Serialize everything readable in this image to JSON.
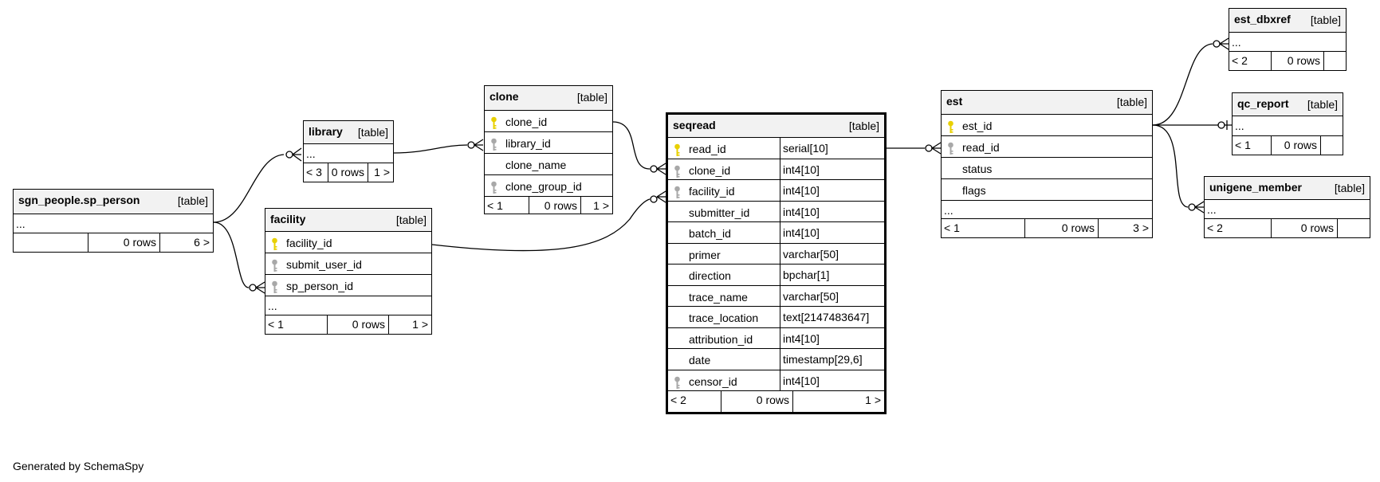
{
  "tables": {
    "sgn_people_sp_person": {
      "name": "sgn_people.sp_person",
      "type": "[table]",
      "ellipsis": "...",
      "footer": [
        "",
        "0 rows",
        "6 >"
      ]
    },
    "library": {
      "name": "library",
      "type": "[table]",
      "ellipsis": "...",
      "footer": [
        "< 3",
        "0 rows",
        "1 >"
      ]
    },
    "facility": {
      "name": "facility",
      "type": "[table]",
      "columns": [
        {
          "name": "facility_id",
          "key": "primary"
        },
        {
          "name": "submit_user_id",
          "key": "foreign"
        },
        {
          "name": "sp_person_id",
          "key": "foreign"
        }
      ],
      "ellipsis": "...",
      "footer": [
        "< 1",
        "0 rows",
        "1 >"
      ]
    },
    "clone": {
      "name": "clone",
      "type": "[table]",
      "columns": [
        {
          "name": "clone_id",
          "key": "primary"
        },
        {
          "name": "library_id",
          "key": "foreign"
        },
        {
          "name": "clone_name",
          "key": "none"
        },
        {
          "name": "clone_group_id",
          "key": "foreign"
        }
      ],
      "footer": [
        "< 1",
        "0 rows",
        "1 >"
      ]
    },
    "seqread": {
      "name": "seqread",
      "type": "[table]",
      "columns": [
        {
          "name": "read_id",
          "type": "serial[10]",
          "key": "primary"
        },
        {
          "name": "clone_id",
          "type": "int4[10]",
          "key": "foreign"
        },
        {
          "name": "facility_id",
          "type": "int4[10]",
          "key": "foreign"
        },
        {
          "name": "submitter_id",
          "type": "int4[10]",
          "key": "none"
        },
        {
          "name": "batch_id",
          "type": "int4[10]",
          "key": "none"
        },
        {
          "name": "primer",
          "type": "varchar[50]",
          "key": "none"
        },
        {
          "name": "direction",
          "type": "bpchar[1]",
          "key": "none"
        },
        {
          "name": "trace_name",
          "type": "varchar[50]",
          "key": "none"
        },
        {
          "name": "trace_location",
          "type": "text[2147483647]",
          "key": "none"
        },
        {
          "name": "attribution_id",
          "type": "int4[10]",
          "key": "none"
        },
        {
          "name": "date",
          "type": "timestamp[29,6]",
          "key": "none"
        },
        {
          "name": "censor_id",
          "type": "int4[10]",
          "key": "foreign"
        }
      ],
      "footer": [
        "< 2",
        "0 rows",
        "1 >"
      ]
    },
    "est": {
      "name": "est",
      "type": "[table]",
      "columns": [
        {
          "name": "est_id",
          "key": "primary"
        },
        {
          "name": "read_id",
          "key": "foreign"
        },
        {
          "name": "status",
          "key": "none"
        },
        {
          "name": "flags",
          "key": "none"
        }
      ],
      "ellipsis": "...",
      "footer": [
        "< 1",
        "0 rows",
        "3 >"
      ]
    },
    "est_dbxref": {
      "name": "est_dbxref",
      "type": "[table]",
      "ellipsis": "...",
      "footer": [
        "< 2",
        "0 rows",
        ""
      ]
    },
    "qc_report": {
      "name": "qc_report",
      "type": "[table]",
      "ellipsis": "...",
      "footer": [
        "< 1",
        "0 rows",
        ""
      ]
    },
    "unigene_member": {
      "name": "unigene_member",
      "type": "[table]",
      "ellipsis": "...",
      "footer": [
        "< 2",
        "0 rows",
        ""
      ]
    }
  },
  "relationships": [
    {
      "from": "sgn_people.sp_person",
      "to": "library"
    },
    {
      "from": "sgn_people.sp_person",
      "to": "facility.sp_person_id"
    },
    {
      "from": "library",
      "to": "clone.library_id"
    },
    {
      "from": "clone.clone_id",
      "to": "seqread.clone_id"
    },
    {
      "from": "facility.facility_id",
      "to": "seqread.facility_id"
    },
    {
      "from": "seqread.read_id",
      "to": "est.read_id"
    },
    {
      "from": "est.est_id",
      "to": "est_dbxref"
    },
    {
      "from": "est.est_id",
      "to": "qc_report"
    },
    {
      "from": "est.est_id",
      "to": "unigene_member"
    }
  ],
  "colors": {
    "primary_key": "#e8d000",
    "foreign_key": "#a8a8a8",
    "header_bg": "#f2f2f2"
  },
  "footer_text": "Generated by SchemaSpy"
}
